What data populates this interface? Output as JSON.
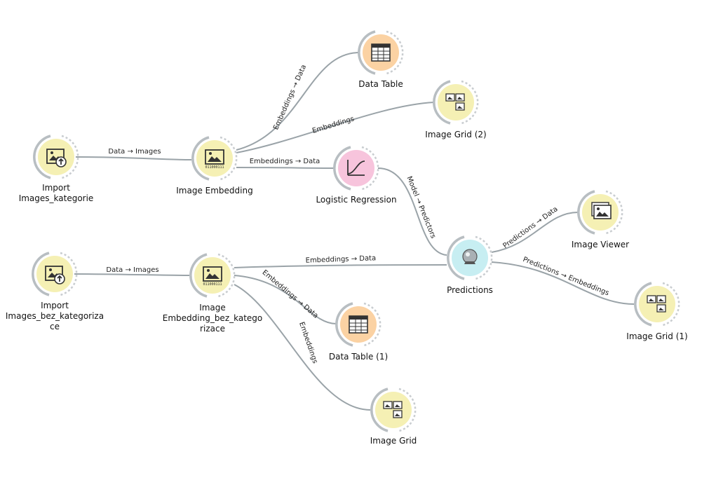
{
  "colors": {
    "yellow": "#f5f0b4",
    "orange": "#fbd2a3",
    "pink": "#f7c4dc",
    "cyan": "#c7eef2",
    "link": "#9aa3a8"
  },
  "nodes": [
    {
      "id": "import1",
      "label_lines": [
        "Import",
        "Images_kategorie"
      ],
      "icon": "import-images-icon",
      "color": "yellow"
    },
    {
      "id": "embed1",
      "label_lines": [
        "Image Embedding"
      ],
      "icon": "image-embedding-icon",
      "color": "yellow"
    },
    {
      "id": "table1",
      "label_lines": [
        "Data Table"
      ],
      "icon": "data-table-icon",
      "color": "orange"
    },
    {
      "id": "grid2",
      "label_lines": [
        "Image Grid (2)"
      ],
      "icon": "image-grid-icon",
      "color": "yellow"
    },
    {
      "id": "logreg",
      "label_lines": [
        "Logistic Regression"
      ],
      "icon": "logistic-regression-icon",
      "color": "pink"
    },
    {
      "id": "import2",
      "label_lines": [
        "Import",
        "Images_bez_kategoriza",
        "ce"
      ],
      "icon": "import-images-icon",
      "color": "yellow"
    },
    {
      "id": "embed2",
      "label_lines": [
        "Image",
        "Embedding_bez_katego",
        "rizace"
      ],
      "icon": "image-embedding-icon",
      "color": "yellow"
    },
    {
      "id": "predictions",
      "label_lines": [
        "Predictions"
      ],
      "icon": "predictions-icon",
      "color": "cyan"
    },
    {
      "id": "viewer",
      "label_lines": [
        "Image Viewer"
      ],
      "icon": "image-viewer-icon",
      "color": "yellow"
    },
    {
      "id": "grid1",
      "label_lines": [
        "Image Grid (1)"
      ],
      "icon": "image-grid-icon",
      "color": "yellow"
    },
    {
      "id": "table2",
      "label_lines": [
        "Data Table (1)"
      ],
      "icon": "data-table-icon",
      "color": "orange"
    },
    {
      "id": "grid0",
      "label_lines": [
        "Image Grid"
      ],
      "icon": "image-grid-icon",
      "color": "yellow"
    }
  ],
  "links": [
    {
      "from": "import1",
      "to": "embed1",
      "label": "Data → Images"
    },
    {
      "from": "embed1",
      "to": "table1",
      "label": "Embeddings → Data"
    },
    {
      "from": "embed1",
      "to": "grid2",
      "label": "Embeddings"
    },
    {
      "from": "embed1",
      "to": "logreg",
      "label": "Embeddings → Data"
    },
    {
      "from": "logreg",
      "to": "predictions",
      "label": "Model → Predictors"
    },
    {
      "from": "import2",
      "to": "embed2",
      "label": "Data → Images"
    },
    {
      "from": "embed2",
      "to": "predictions",
      "label": "Embeddings → Data"
    },
    {
      "from": "embed2",
      "to": "table2",
      "label": "Embeddings → Data"
    },
    {
      "from": "embed2",
      "to": "grid0",
      "label": "Embeddings"
    },
    {
      "from": "predictions",
      "to": "viewer",
      "label": "Predictions → Data"
    },
    {
      "from": "predictions",
      "to": "grid1",
      "label": "Predictions → Embeddings"
    }
  ]
}
